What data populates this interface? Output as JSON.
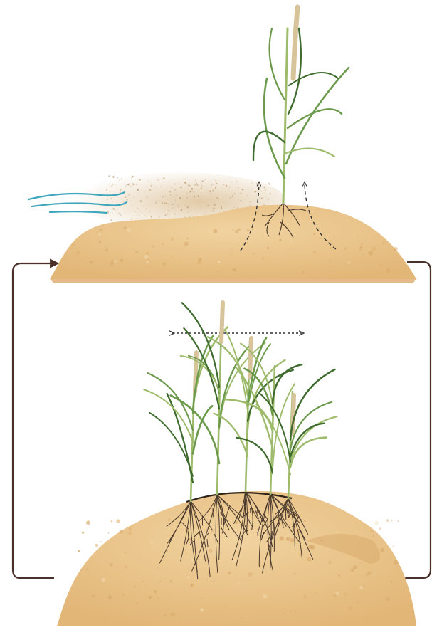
{
  "diagram": {
    "stages": [
      {
        "name": "young-dune",
        "elements": [
          "wind",
          "windblown-sand",
          "single-grass-plant",
          "upward-growth-arrows",
          "roots"
        ]
      },
      {
        "name": "mature-dune",
        "elements": [
          "grass-clump",
          "lateral-spread-arrow",
          "rhizome",
          "roots"
        ]
      }
    ],
    "cycle_arrows": [
      "left-return-arrow",
      "right-return-arrow"
    ],
    "colors": {
      "sand": "#e9c48e",
      "sand_shadow": "#d9ab6d",
      "sand_highlight": "#f4dcb3",
      "grass": "#6c9a4c",
      "grass_dark": "#3f6b2e",
      "grass_light": "#9dbb6a",
      "seed_head": "#d8c49a",
      "roots": "#4a3a2c",
      "arrow": "#4a3028",
      "wind": "#3fa7bd"
    }
  }
}
